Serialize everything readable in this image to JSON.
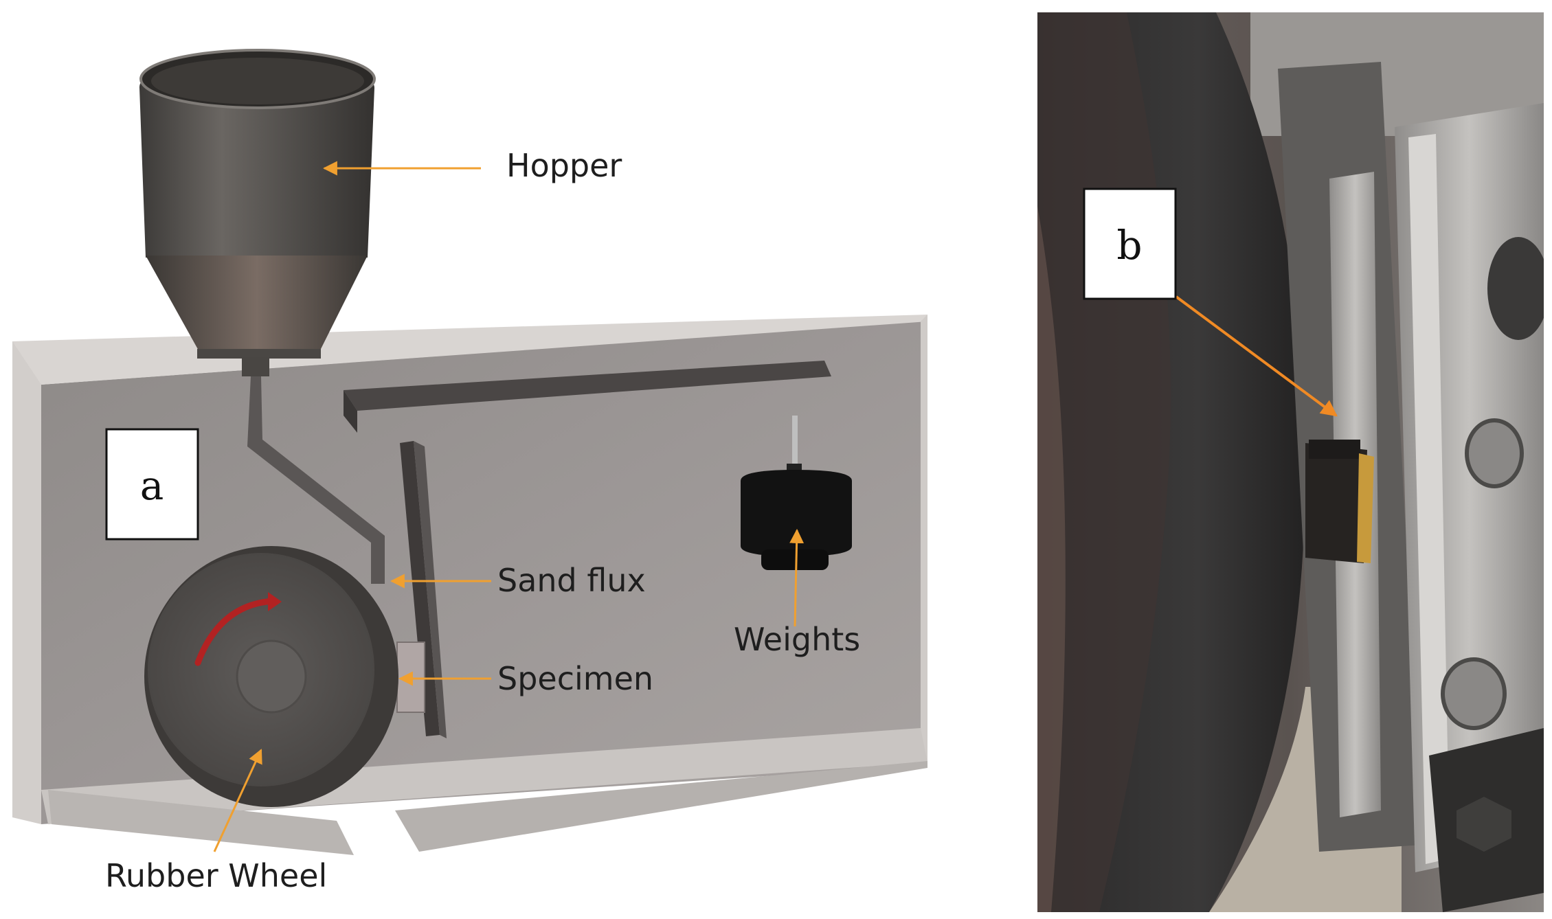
{
  "panel_a": {
    "letter": "a",
    "labels": {
      "hopper": "Hopper",
      "sand_flux": "Sand flux",
      "specimen": "Specimen",
      "weights": "Weights",
      "rubber_wheel": "Rubber Wheel"
    }
  },
  "panel_b": {
    "letter": "b"
  },
  "colors": {
    "arrow": "#f0a030",
    "arrow_b": "#f08a24",
    "rotation_arrow": "#b22222"
  }
}
